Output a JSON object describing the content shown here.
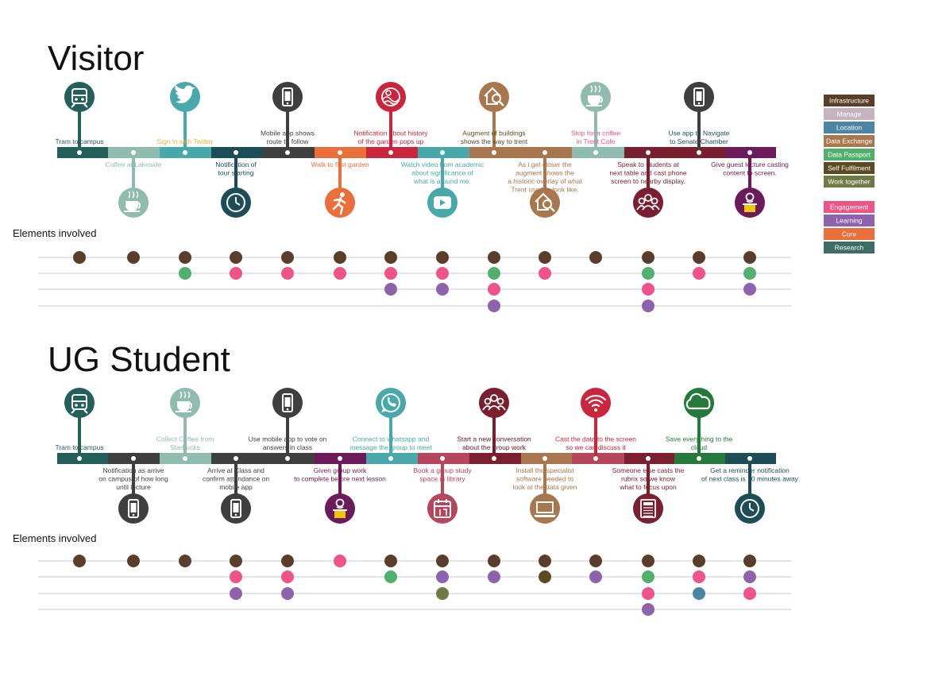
{
  "colors": {
    "infrastructure": "#5a3e2b",
    "manage": "#c7b2bf",
    "location": "#4d86a3",
    "data_exchange": "#a9774d",
    "data_passport": "#51b06d",
    "self_fulfilment": "#5c4a22",
    "work_together": "#6f7a45",
    "engagement": "#ee5486",
    "learning": "#8e62ad",
    "core": "#ea6f3a",
    "research": "#3e6c67"
  },
  "legend": {
    "groupA": [
      {
        "label": "Infrastructure",
        "color": "infrastructure"
      },
      {
        "label": "Manage",
        "color": "manage"
      },
      {
        "label": "Location",
        "color": "location"
      },
      {
        "label": "Data Exchange",
        "color": "data_exchange"
      },
      {
        "label": "Data Passport",
        "color": "data_passport"
      },
      {
        "label": "Self Fulfilment",
        "color": "self_fulfilment"
      },
      {
        "label": "Work together",
        "color": "work_together"
      }
    ],
    "groupB": [
      {
        "label": "Engagement",
        "color": "engagement"
      },
      {
        "label": "Learning",
        "color": "learning"
      },
      {
        "label": "Core",
        "color": "core"
      },
      {
        "label": "Research",
        "color": "research"
      }
    ]
  },
  "sections": [
    {
      "title": "Visitor",
      "elements_label": "Elements involved",
      "steps": [
        {
          "label": [
            "Tram to campus"
          ],
          "pos": "up",
          "icon": "train",
          "icon_color": "#245f5c",
          "seg_color": "#245f5c",
          "label_color": "#245f5c",
          "dots": [
            "infrastructure"
          ]
        },
        {
          "label": [
            "Coffee at Lakeside"
          ],
          "pos": "down",
          "icon": "cup",
          "icon_color": "#8fbcae",
          "seg_color": "#8fbcae",
          "label_color": "#8fbcae",
          "dots": [
            "infrastructure"
          ]
        },
        {
          "label": [
            "Sign in with Twitter"
          ],
          "pos": "up",
          "icon": "twitter",
          "icon_color": "#49a8aa",
          "seg_color": "#49a8aa",
          "label_color": "#e9b23a",
          "dots": [
            "infrastructure",
            "data_passport"
          ]
        },
        {
          "label": [
            "Notification of",
            "tour starting"
          ],
          "pos": "down",
          "icon": "clock",
          "icon_color": "#1d4d56",
          "seg_color": "#1d4d56",
          "label_color": "#1d4d56",
          "dots": [
            "infrastructure",
            "engagement"
          ]
        },
        {
          "label": [
            "Mobile app shows",
            "route to follow"
          ],
          "pos": "up",
          "icon": "phone",
          "icon_color": "#3f3f3f",
          "seg_color": "#3f3f3f",
          "label_color": "#3f3f3f",
          "dots": [
            "infrastructure",
            "engagement"
          ]
        },
        {
          "label": [
            "Walk to first garden"
          ],
          "pos": "down",
          "icon": "runner",
          "icon_color": "#ea6f3a",
          "seg_color": "#ea6f3a",
          "label_color": "#ea6f3a",
          "dots": [
            "infrastructure",
            "engagement"
          ]
        },
        {
          "label": [
            "Notification about history",
            "of the garden pops up"
          ],
          "pos": "up",
          "icon": "garden",
          "icon_color": "#c9263d",
          "seg_color": "#c9263d",
          "label_color": "#c9263d",
          "dots": [
            "infrastructure",
            "engagement",
            "learning"
          ]
        },
        {
          "label": [
            "Watch video from academic",
            "about significance of",
            "what is around me."
          ],
          "pos": "down",
          "icon": "play",
          "icon_color": "#49a8aa",
          "seg_color": "#49a8aa",
          "label_color": "#49a8aa",
          "dots": [
            "infrastructure",
            "engagement",
            "learning"
          ]
        },
        {
          "label": [
            "Augment of buildings",
            "shows the way to trent"
          ],
          "pos": "up",
          "icon": "house-search",
          "icon_color": "#a9774d",
          "seg_color": "#a9774d",
          "label_color": "#5c4a22",
          "dots": [
            "infrastructure",
            "data_passport",
            "engagement",
            "learning"
          ]
        },
        {
          "label": [
            "As i get closer the",
            "augment shows the",
            "a historic overlay of what",
            "Trent used to look like."
          ],
          "pos": "down",
          "icon": "house-search",
          "icon_color": "#a9774d",
          "seg_color": "#a9774d",
          "label_color": "#a9774d",
          "dots": [
            "infrastructure",
            "engagement"
          ]
        },
        {
          "label": [
            "Stop for a coffee",
            "in Trent Cafe"
          ],
          "pos": "up",
          "icon": "cup",
          "icon_color": "#8fbcae",
          "seg_color": "#8fbcae",
          "label_color": "#ee5486",
          "dots": [
            "infrastructure"
          ]
        },
        {
          "label": [
            "Speak to students at",
            "next table and cast phone",
            "screen to nearby display."
          ],
          "pos": "down",
          "icon": "people",
          "icon_color": "#7a1f2e",
          "seg_color": "#7a1f2e",
          "label_color": "#7a1f2e",
          "dots": [
            "infrastructure",
            "data_passport",
            "engagement",
            "learning"
          ]
        },
        {
          "label": [
            "Use app to Navigate",
            "to Senate Chamber"
          ],
          "pos": "up",
          "icon": "phone",
          "icon_color": "#3f3f3f",
          "seg_color": "#7a1f2e",
          "label_color": "#1d4d56",
          "dots": [
            "infrastructure",
            "engagement"
          ]
        },
        {
          "label": [
            "Give guest lecture casting",
            "content to screen."
          ],
          "pos": "down",
          "icon": "lecturer",
          "icon_color": "#6b1a5a",
          "seg_color": "#6b1a5a",
          "label_color": "#6b1a5a",
          "dots": [
            "infrastructure",
            "data_passport",
            "learning"
          ]
        }
      ]
    },
    {
      "title": "UG Student",
      "elements_label": "Elements involved",
      "steps": [
        {
          "label": [
            "Tram to campus"
          ],
          "pos": "up",
          "icon": "train",
          "icon_color": "#245f5c",
          "seg_color": "#245f5c",
          "label_color": "#245f5c",
          "dots": [
            "infrastructure"
          ]
        },
        {
          "label": [
            "Notification as arrive",
            "on campus of how long",
            "until lecture"
          ],
          "pos": "down",
          "icon": "phone",
          "icon_color": "#3f3f3f",
          "seg_color": "#3f3f3f",
          "label_color": "#3f3f3f",
          "dots": [
            "infrastructure"
          ]
        },
        {
          "label": [
            "Collect Coffee from",
            "Starbucks"
          ],
          "pos": "up",
          "icon": "cup",
          "icon_color": "#8fbcae",
          "seg_color": "#8fbcae",
          "label_color": "#8fbcae",
          "dots": [
            "infrastructure"
          ]
        },
        {
          "label": [
            "Arrive at Class and",
            "confirm attendance on",
            "mobile app"
          ],
          "pos": "down",
          "icon": "phone",
          "icon_color": "#3f3f3f",
          "seg_color": "#3f3f3f",
          "label_color": "#3f3f3f",
          "dots": [
            "infrastructure",
            "engagement",
            "learning"
          ]
        },
        {
          "label": [
            "Use mobile app to vote on",
            "answers in class"
          ],
          "pos": "up",
          "icon": "phone",
          "icon_color": "#3f3f3f",
          "seg_color": "#3f3f3f",
          "label_color": "#3f3f3f",
          "dots": [
            "infrastructure",
            "engagement",
            "learning"
          ]
        },
        {
          "label": [
            "Given group work",
            "to complete before next lesson"
          ],
          "pos": "down",
          "icon": "lecturer",
          "icon_color": "#6b1a5a",
          "seg_color": "#6b1a5a",
          "label_color": "#6b1a5a",
          "dots": [
            "engagement"
          ]
        },
        {
          "label": [
            "Connect to whatsapp and",
            "message the group to meet"
          ],
          "pos": "up",
          "icon": "whatsapp",
          "icon_color": "#49a8aa",
          "seg_color": "#49a8aa",
          "label_color": "#49a8aa",
          "dots": [
            "infrastructure",
            "data_passport"
          ]
        },
        {
          "label": [
            "Book a group study",
            "space in library"
          ],
          "pos": "down",
          "icon": "calendar",
          "icon_color": "#b5465c",
          "seg_color": "#b5465c",
          "label_color": "#b5465c",
          "dots": [
            "infrastructure",
            "learning",
            "work_together"
          ]
        },
        {
          "label": [
            "Start a new conversation",
            "about the group work"
          ],
          "pos": "up",
          "icon": "people",
          "icon_color": "#7a1f2e",
          "seg_color": "#7a1f2e",
          "label_color": "#5c1a2a",
          "dots": [
            "infrastructure",
            "learning"
          ]
        },
        {
          "label": [
            "Install the specialist",
            "software needed to",
            "look at the data given"
          ],
          "pos": "down",
          "icon": "laptop",
          "icon_color": "#a9774d",
          "seg_color": "#a9774d",
          "label_color": "#a9774d",
          "dots": [
            "infrastructure",
            "self_fulfilment"
          ]
        },
        {
          "label": [
            "Cast the data to the screen",
            "so we can discuss it"
          ],
          "pos": "up",
          "icon": "wifi",
          "icon_color": "#c9263d",
          "seg_color": "#b5465c",
          "label_color": "#c9263d",
          "dots": [
            "infrastructure",
            "learning"
          ]
        },
        {
          "label": [
            "Someone else casts the",
            "rubrix so we know",
            "what to focus upon"
          ],
          "pos": "down",
          "icon": "document",
          "icon_color": "#7a1f2e",
          "seg_color": "#7a1f2e",
          "label_color": "#7a1f2e",
          "dots": [
            "infrastructure",
            "data_passport",
            "engagement",
            "learning"
          ]
        },
        {
          "label": [
            "Save everything to the",
            "cloud"
          ],
          "pos": "up",
          "icon": "cloud",
          "icon_color": "#247a3a",
          "seg_color": "#247a3a",
          "label_color": "#247a3a",
          "dots": [
            "infrastructure",
            "engagement",
            "location"
          ]
        },
        {
          "label": [
            "Get a reminder notification",
            "of next class is 10 minutes away"
          ],
          "pos": "down",
          "icon": "clock",
          "icon_color": "#1d4d56",
          "seg_color": "#1d4d56",
          "label_color": "#1d4d56",
          "dots": [
            "infrastructure",
            "learning",
            "engagement"
          ]
        }
      ]
    }
  ]
}
